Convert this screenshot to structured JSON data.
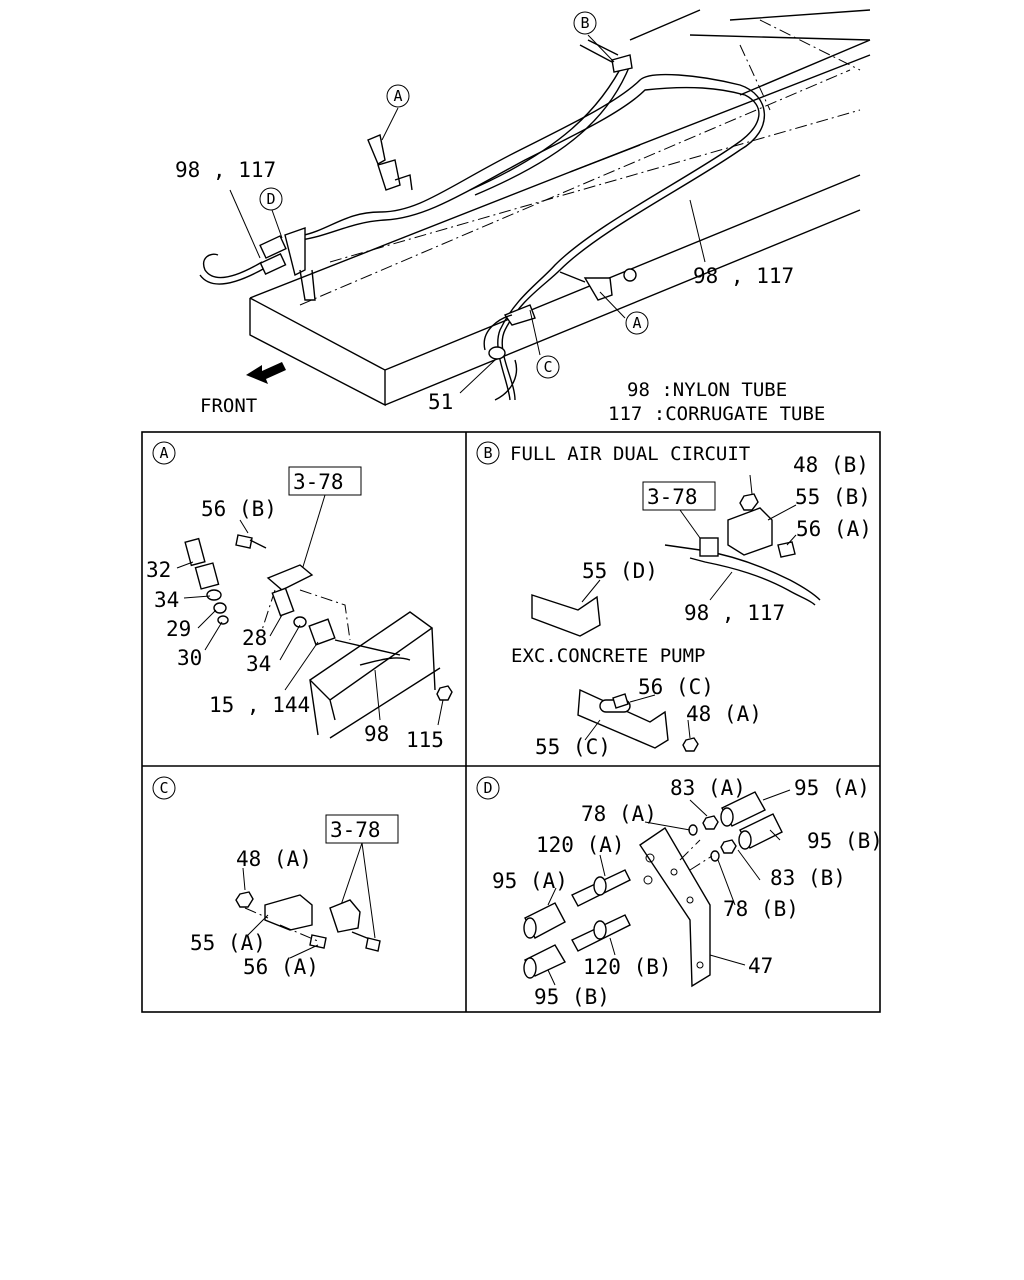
{
  "legend": {
    "line1": "98 :NYLON TUBE",
    "line2": "117 :CORRUGATE TUBE"
  },
  "overview": {
    "front_label": "FRONT",
    "callouts": {
      "a_top": "A",
      "a_right": "A",
      "b": "B",
      "c": "C",
      "d": "D",
      "tube_left": "98 , 117",
      "tube_right": "98 , 117",
      "grommet": "51"
    }
  },
  "panels": {
    "a": {
      "letter": "A",
      "ref_box": "3-78",
      "labels": {
        "l56b": "56 (B)",
        "l32": "32",
        "l34a": "34",
        "l29": "29",
        "l30": "30",
        "l28": "28",
        "l34b": "34",
        "l15": "15 , 144",
        "l98": "98",
        "l115": "115"
      }
    },
    "b": {
      "letter": "B",
      "title": "FULL AIR DUAL CIRCUIT",
      "ref_box": "3-78",
      "subtitle": "EXC.CONCRETE PUMP",
      "labels": {
        "l48b": "48 (B)",
        "l55b": "55 (B)",
        "l56a": "56 (A)",
        "l55d": "55 (D)",
        "l98": "98 , 117",
        "l56c": "56 (C)",
        "l48a": "48 (A)",
        "l55c": "55 (C)"
      }
    },
    "c": {
      "letter": "C",
      "ref_box": "3-78",
      "labels": {
        "l48a": "48 (A)",
        "l55a": "55 (A)",
        "l56a": "56 (A)"
      }
    },
    "d": {
      "letter": "D",
      "labels": {
        "l83a": "83 (A)",
        "l95a_r": "95 (A)",
        "l78a": "78 (A)",
        "l120a": "120 (A)",
        "l95b_r": "95 (B)",
        "l83b": "83 (B)",
        "l95a_l": "95 (A)",
        "l78b": "78 (B)",
        "l47": "47",
        "l120b": "120 (B)",
        "l95b_l": "95 (B)"
      }
    }
  }
}
